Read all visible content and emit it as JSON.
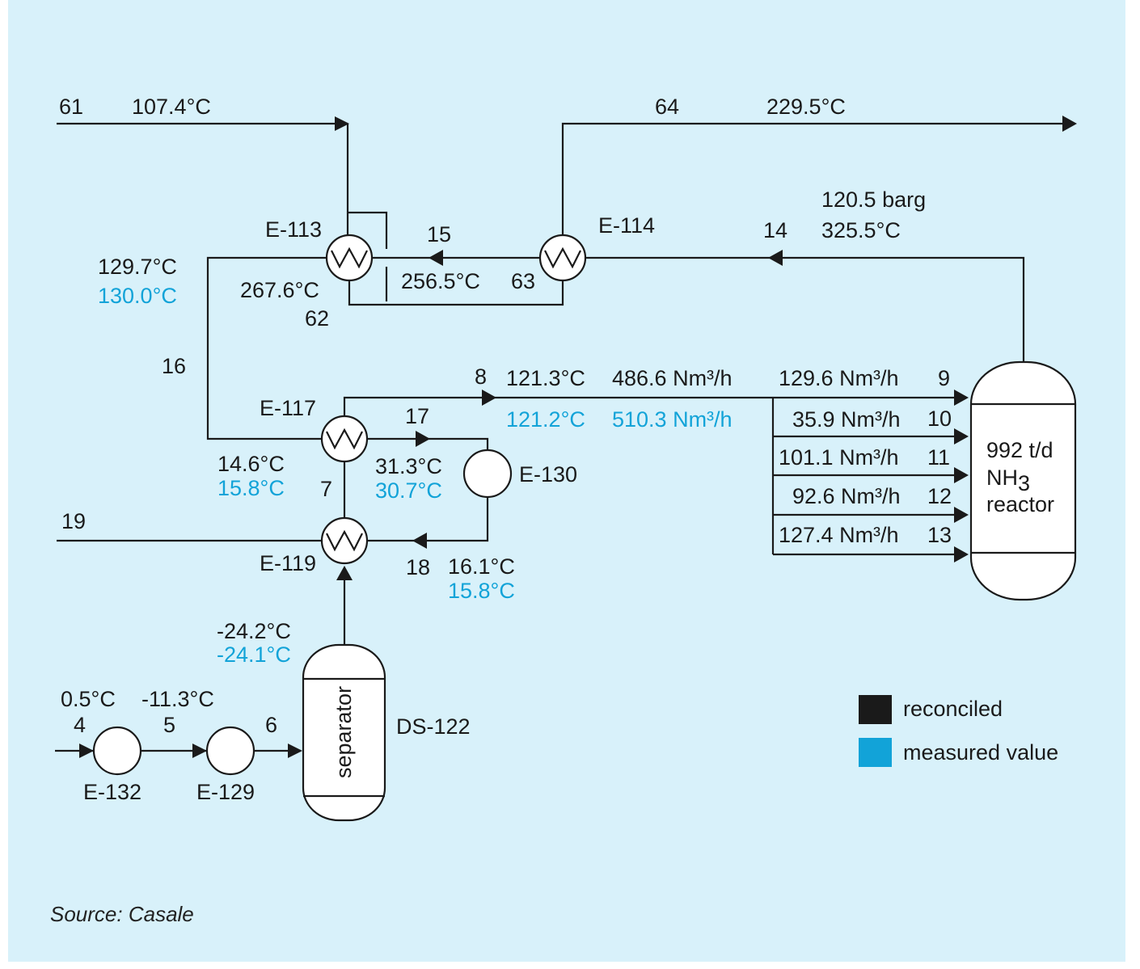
{
  "streams": {
    "s61": {
      "id": "61",
      "temp": "107.4°C"
    },
    "s64": {
      "id": "64",
      "temp": "229.5°C"
    },
    "s14": {
      "id": "14",
      "pressure": "120.5 barg",
      "temp": "325.5°C"
    },
    "s15": {
      "id": "15",
      "temp": "256.5°C"
    },
    "s63": {
      "id": "63"
    },
    "s62": {
      "id": "62",
      "temp": "267.6°C"
    },
    "s16": {
      "id": "16",
      "temp": "129.7°C",
      "temp_meas": "130.0°C"
    },
    "s8": {
      "id": "8",
      "temp": "121.3°C",
      "temp_meas": "121.2°C",
      "flow": "486.6 Nm³/h",
      "flow_meas": "510.3 Nm³/h"
    },
    "s17": {
      "id": "17",
      "temp": "31.3°C",
      "temp_meas": "30.7°C"
    },
    "s7": {
      "id": "7",
      "temp": "14.6°C",
      "temp_meas": "15.8°C"
    },
    "s19": {
      "id": "19"
    },
    "s18": {
      "id": "18",
      "temp": "16.1°C",
      "temp_meas": "15.8°C"
    },
    "sep_out": {
      "temp": "-24.2°C",
      "temp_meas": "-24.1°C"
    },
    "s4": {
      "id": "4",
      "temp": "0.5°C"
    },
    "s5": {
      "id": "5",
      "temp": "-11.3°C"
    },
    "s6": {
      "id": "6"
    },
    "s9": {
      "id": "9",
      "flow": "129.6 Nm³/h"
    },
    "s10": {
      "id": "10",
      "flow": "35.9 Nm³/h"
    },
    "s11": {
      "id": "11",
      "flow": "101.1 Nm³/h"
    },
    "s12": {
      "id": "12",
      "flow": "92.6 Nm³/h"
    },
    "s13": {
      "id": "13",
      "flow": "127.4 Nm³/h"
    }
  },
  "equipment": {
    "e113": "E-113",
    "e114": "E-114",
    "e117": "E-117",
    "e119": "E-119",
    "e130": "E-130",
    "e132": "E-132",
    "e129": "E-129",
    "ds122": "DS-122",
    "separator": "separator",
    "reactor": {
      "line1": "992 t/d",
      "line2_main": "NH",
      "line2_sub": "3",
      "line3": "reactor"
    }
  },
  "legend": {
    "reconciled": {
      "label": "reconciled",
      "color": "#1a1a1a"
    },
    "measured": {
      "label": "measured value",
      "color": "#12a3d8"
    }
  },
  "source": "Source: Casale",
  "colors": {
    "background": "#d8f1fa",
    "reconciled": "#1a1a1a",
    "measured": "#12a3d8"
  }
}
